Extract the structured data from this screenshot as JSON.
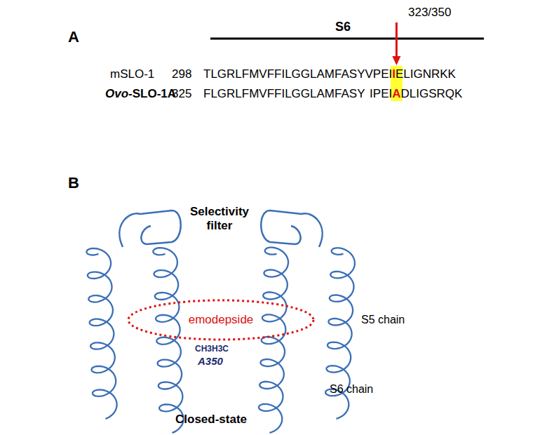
{
  "diagram": {
    "nodes": [
      {
        "text": [
          "emodepside"
        ]
      }
    ],
    "labels": [
      "A",
      "S6",
      "323/350",
      "mSLO-1",
      "298",
      "TLGRLFMVFFILGGLAMFASYVPEI",
      "I",
      "ELIGNRKK",
      "Ovo",
      "-SLO-1A",
      "325",
      "FLGRLFMVFFILGGLAMFASY",
      "IPEI",
      "A",
      "DLIGSRQK",
      "B",
      "Selectivity filter",
      "S5 chain",
      "CH3H3C",
      "A350",
      "S6 chain",
      "Closed-state"
    ]
  }
}
